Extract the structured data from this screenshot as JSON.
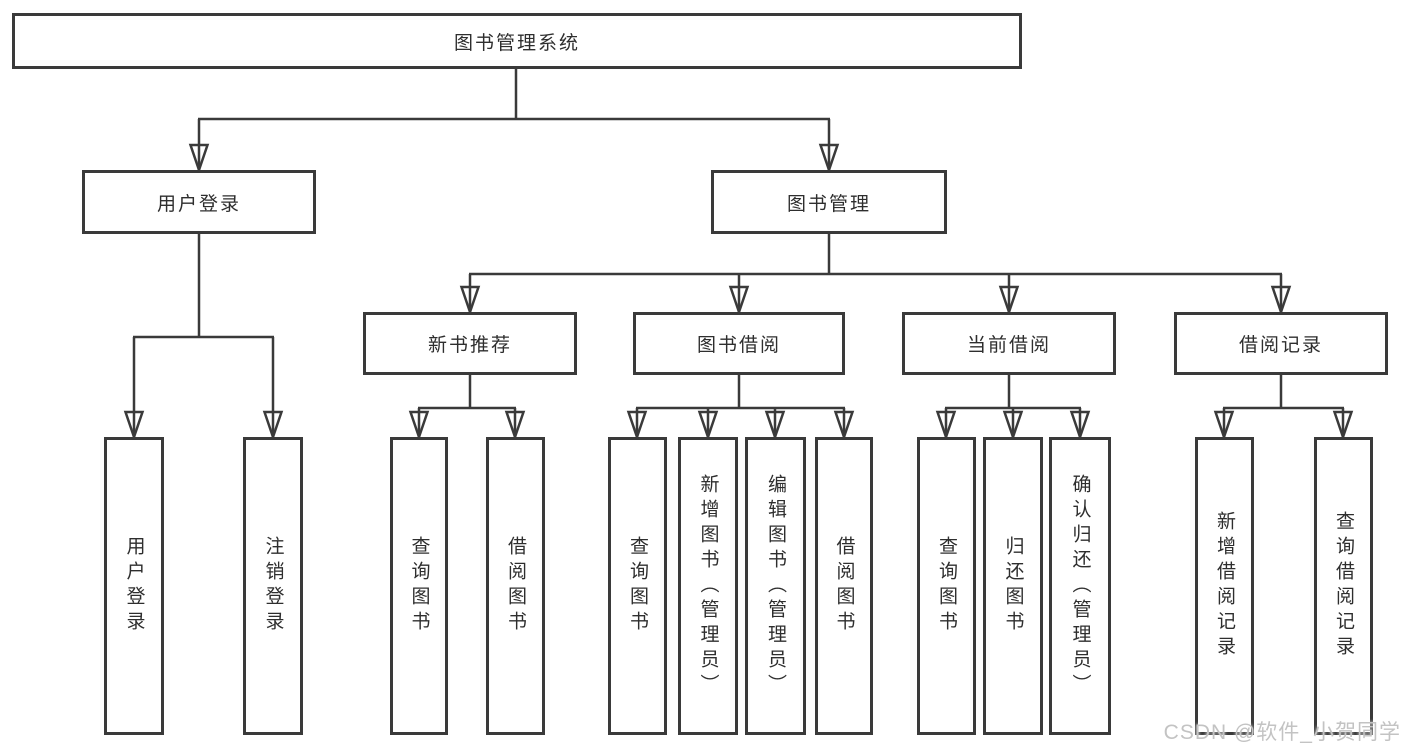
{
  "nodes": {
    "root": "图书管理系统",
    "user_login": "用户登录",
    "book_management": "图书管理",
    "new_book_recommendation": "新书推荐",
    "book_borrowing": "图书借阅",
    "current_borrowing": "当前借阅",
    "borrowing_records": "借阅记录",
    "leaf_user_login": "用户登录",
    "leaf_logout_login": "注销登录",
    "leaf_nbr_query_books": "查询图书",
    "leaf_nbr_borrow_books": "借阅图书",
    "leaf_bb_query_books": "查询图书",
    "leaf_bb_add_books_admin": "新增图书（管理员）",
    "leaf_bb_edit_books_admin": "编辑图书（管理员）",
    "leaf_bb_borrow_books": "借阅图书",
    "leaf_cb_query_books": "查询图书",
    "leaf_cb_return_books": "归还图书",
    "leaf_cb_confirm_return_admin": "确认归还（管理员）",
    "leaf_br_add_record": "新增借阅记录",
    "leaf_br_query_record": "查询借阅记录"
  },
  "tree": {
    "label": "图书管理系统",
    "children": [
      {
        "label": "用户登录",
        "children": [
          {
            "label": "用户登录"
          },
          {
            "label": "注销登录"
          }
        ]
      },
      {
        "label": "图书管理",
        "children": [
          {
            "label": "新书推荐",
            "children": [
              {
                "label": "查询图书"
              },
              {
                "label": "借阅图书"
              }
            ]
          },
          {
            "label": "图书借阅",
            "children": [
              {
                "label": "查询图书"
              },
              {
                "label": "新增图书（管理员）"
              },
              {
                "label": "编辑图书（管理员）"
              },
              {
                "label": "借阅图书"
              }
            ]
          },
          {
            "label": "当前借阅",
            "children": [
              {
                "label": "查询图书"
              },
              {
                "label": "归还图书"
              },
              {
                "label": "确认归还（管理员）"
              }
            ]
          },
          {
            "label": "借阅记录",
            "children": [
              {
                "label": "新增借阅记录"
              },
              {
                "label": "查询借阅记录"
              }
            ]
          }
        ]
      }
    ]
  },
  "watermark": {
    "text": "CSDN @软件_小贺同学",
    "color": "#c3c3c3"
  },
  "colors": {
    "background": "#ffffff",
    "line": "#3a3a3a",
    "box_border": "#3a3a3a",
    "box_fill": "#ffffff",
    "text": "#2e2e2e"
  }
}
